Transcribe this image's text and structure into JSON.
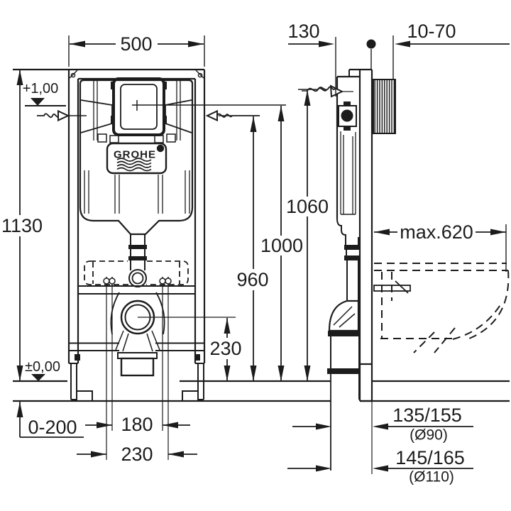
{
  "drawing": {
    "type": "installation-dimension-drawing",
    "brand": "GROHE",
    "labels": {
      "frame_width": "500",
      "frame_depth": "130",
      "wall_thickness": "10-70",
      "total_height": "1130",
      "supply_height": "1060",
      "plate_center_height": "1000",
      "ref_height": "960",
      "level_plate": "+1,00",
      "level_floor": "±0,00",
      "floor_buildup": "0-200",
      "bolt_spacing_inner": "180",
      "bolt_spacing_outer": "230",
      "outlet_center_height": "230",
      "bowl_depth_max": "max.620",
      "outlet_dist_90": "135/155",
      "outlet_dia_90": "(Ø90)",
      "outlet_dist_110": "145/165",
      "outlet_dia_110": "(Ø110)"
    },
    "colors": {
      "line": "#1c1c1c",
      "background": "#ffffff"
    }
  }
}
